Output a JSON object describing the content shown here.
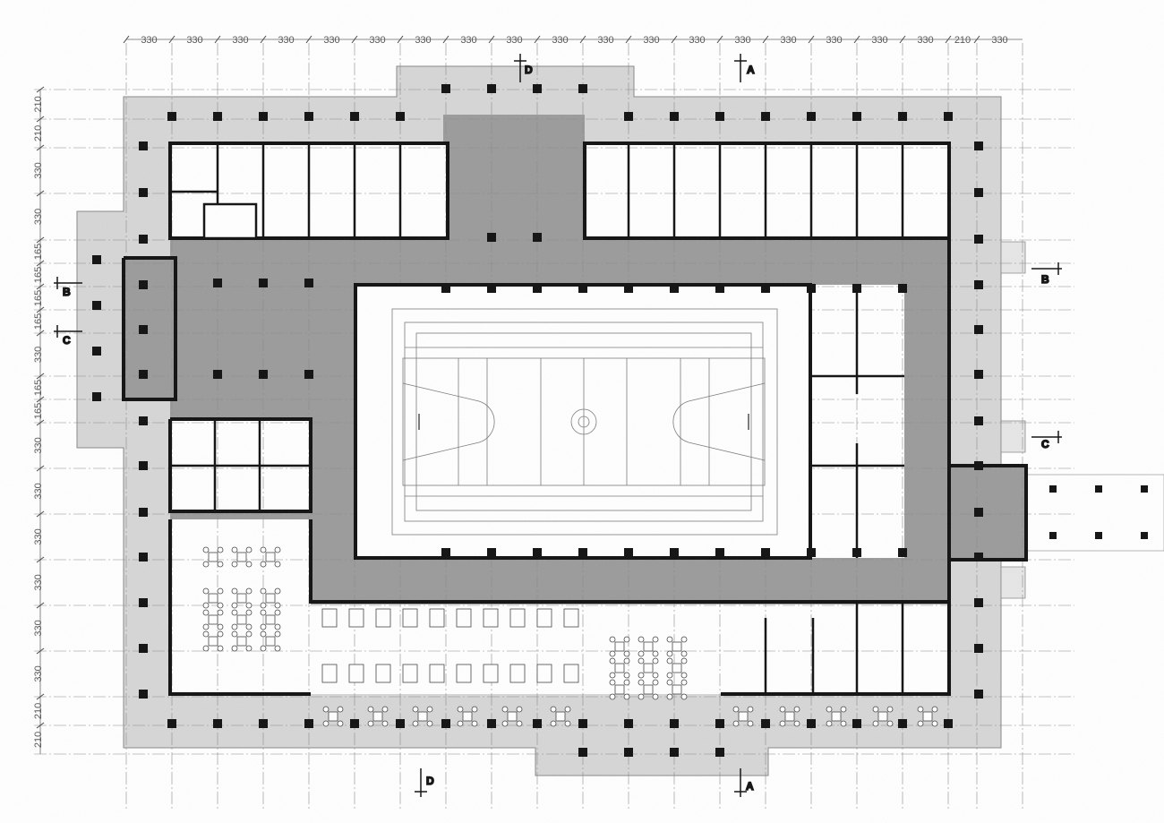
{
  "dims": {
    "top": [
      "330",
      "330",
      "330",
      "330",
      "330",
      "330",
      "330",
      "330",
      "330",
      "330",
      "330",
      "330",
      "330",
      "330",
      "330",
      "330",
      "330",
      "330",
      "210",
      "330"
    ],
    "left": [
      "210",
      "210",
      "330",
      "330",
      "165",
      "165",
      "165",
      "165",
      "330",
      "165",
      "165",
      "330",
      "330",
      "330",
      "330",
      "330",
      "330",
      "210",
      "210"
    ]
  },
  "sections": {
    "a_top": "A",
    "a_bottom": "A",
    "b_left": "B",
    "b_right": "B",
    "c_left": "C",
    "c_right": "C",
    "d_top": "D",
    "d_bottom": "D"
  },
  "colors": {
    "wall": "#111111",
    "hall_fill": "#9b9b9b",
    "terrace_fill": "#d6d6d6",
    "grid_line": "#8a8a8a",
    "court_line": "#7a7a7a"
  }
}
